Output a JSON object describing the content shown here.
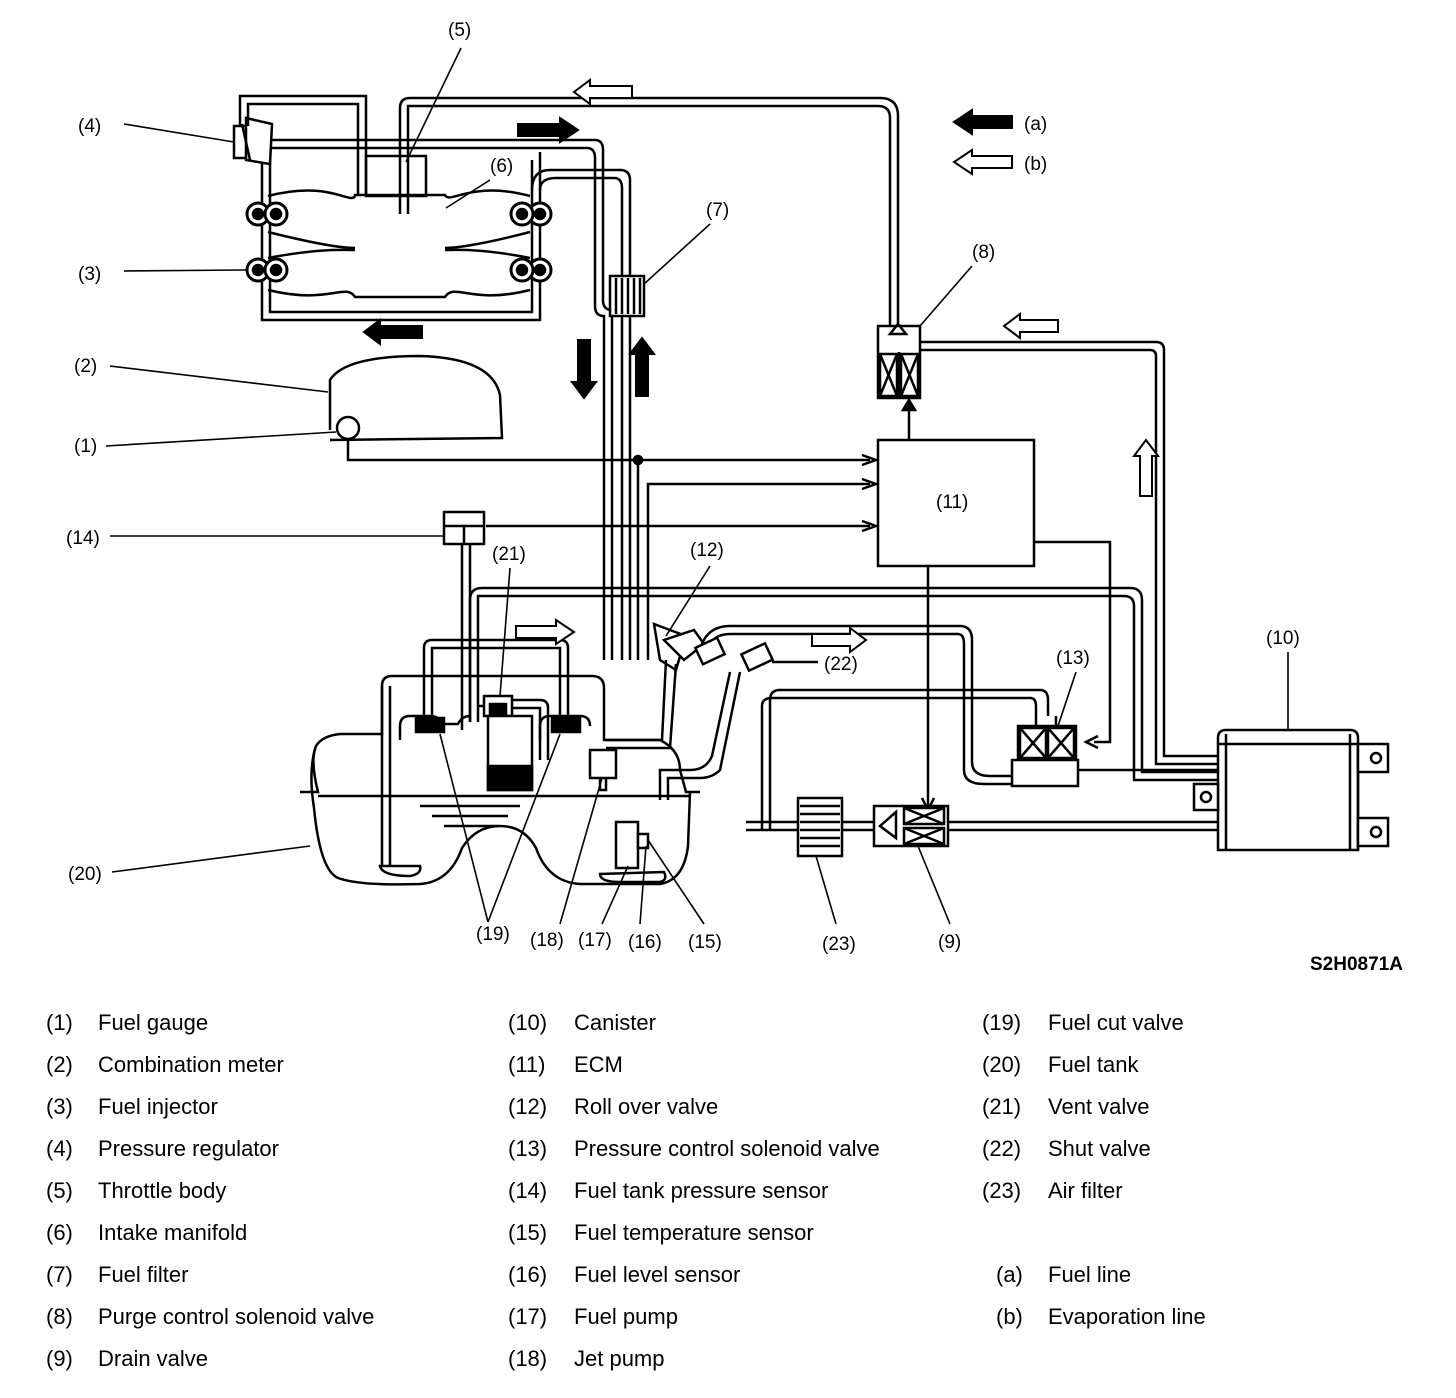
{
  "diagram_code": "S2H0871A",
  "arrow_legend": [
    {
      "key": "(a)",
      "style": "filled"
    },
    {
      "key": "(b)",
      "style": "hollow"
    }
  ],
  "callouts": [
    "(1)",
    "(2)",
    "(3)",
    "(4)",
    "(5)",
    "(6)",
    "(7)",
    "(8)",
    "(9)",
    "(10)",
    "(11)",
    "(12)",
    "(13)",
    "(14)",
    "(15)",
    "(16)",
    "(17)",
    "(18)",
    "(19)",
    "(20)",
    "(21)",
    "(22)",
    "(23)"
  ],
  "legend": [
    {
      "num": "(1)",
      "text": "Fuel gauge"
    },
    {
      "num": "(2)",
      "text": "Combination meter"
    },
    {
      "num": "(3)",
      "text": "Fuel injector"
    },
    {
      "num": "(4)",
      "text": "Pressure regulator"
    },
    {
      "num": "(5)",
      "text": "Throttle body"
    },
    {
      "num": "(6)",
      "text": "Intake manifold"
    },
    {
      "num": "(7)",
      "text": "Fuel filter"
    },
    {
      "num": "(8)",
      "text": "Purge control solenoid valve"
    },
    {
      "num": "(9)",
      "text": "Drain valve"
    },
    {
      "num": "(10)",
      "text": "Canister"
    },
    {
      "num": "(11)",
      "text": "ECM"
    },
    {
      "num": "(12)",
      "text": "Roll over valve"
    },
    {
      "num": "(13)",
      "text": "Pressure control solenoid valve"
    },
    {
      "num": "(14)",
      "text": "Fuel tank pressure sensor"
    },
    {
      "num": "(15)",
      "text": "Fuel temperature sensor"
    },
    {
      "num": "(16)",
      "text": "Fuel level sensor"
    },
    {
      "num": "(17)",
      "text": "Fuel pump"
    },
    {
      "num": "(18)",
      "text": "Jet pump"
    },
    {
      "num": "(19)",
      "text": "Fuel cut valve"
    },
    {
      "num": "(20)",
      "text": "Fuel tank"
    },
    {
      "num": "(21)",
      "text": "Vent valve"
    },
    {
      "num": "(22)",
      "text": "Shut valve"
    },
    {
      "num": "(23)",
      "text": "Air filter"
    },
    {
      "num": "(a)",
      "text": "Fuel line"
    },
    {
      "num": "(b)",
      "text": "Evaporation line"
    }
  ]
}
